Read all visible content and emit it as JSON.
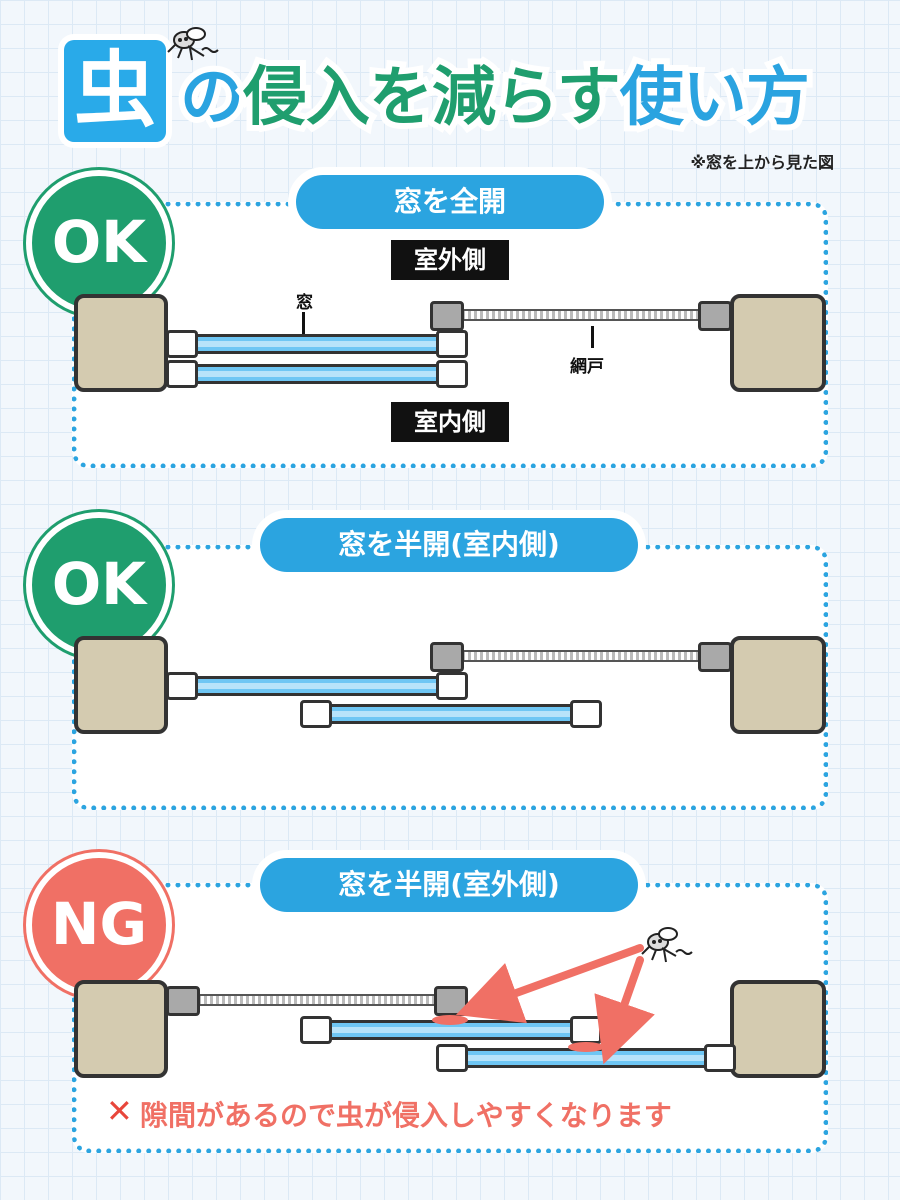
{
  "title": {
    "first_char": "虫",
    "rest_blue1": "の",
    "rest_green": "侵入を減らす",
    "rest_blue2": "使い方"
  },
  "note": "※窓を上から見た図",
  "sections": [
    {
      "badge": "OK",
      "heading": "窓を全開",
      "outside_label": "室外側",
      "inside_label": "室内側",
      "window_label": "窓",
      "screen_label": "網戸"
    },
    {
      "badge": "OK",
      "heading": "窓を半開(室内側)"
    },
    {
      "badge": "NG",
      "heading": "窓を半開(室外側)",
      "warning_mark": "✕",
      "warning": "隙間があるので虫が侵入しやすくなります"
    }
  ],
  "colors": {
    "accent_blue": "#2ba4e0",
    "ok_green": "#1f9e6e",
    "ng_red": "#f07065",
    "wall": "#d4cbb0",
    "glass": "#6ec6f4"
  },
  "icons": [
    "mosquito-icon"
  ]
}
